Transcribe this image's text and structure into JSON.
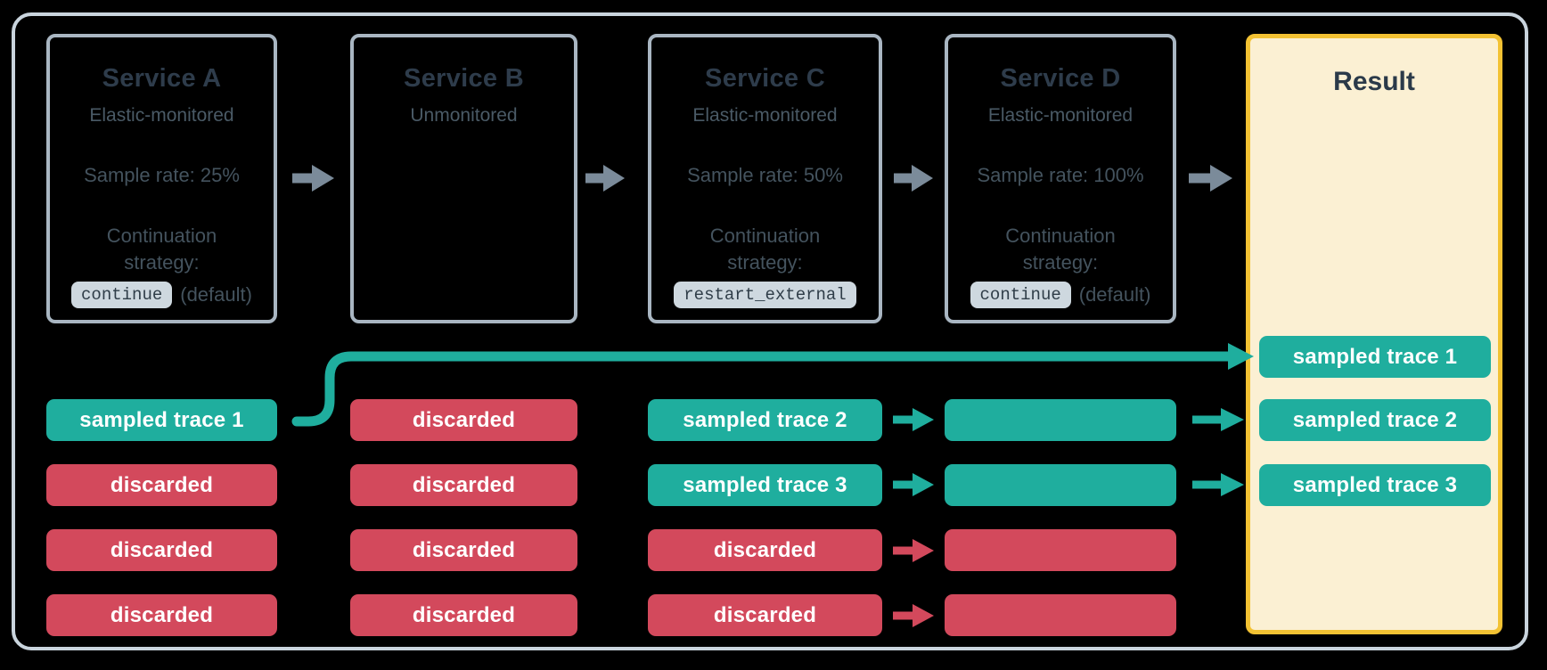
{
  "services": [
    {
      "title": "Service A",
      "subtitle": "Elastic-monitored",
      "sample_rate": "Sample rate: 25%",
      "strategy_line1": "Continuation",
      "strategy_line2": "strategy:",
      "strategy_code": "continue",
      "strategy_suffix": "(default)"
    },
    {
      "title": "Service B",
      "subtitle": "Unmonitored"
    },
    {
      "title": "Service C",
      "subtitle": "Elastic-monitored",
      "sample_rate": "Sample rate: 50%",
      "strategy_line1": "Continuation",
      "strategy_line2": "strategy:",
      "strategy_code": "restart_external",
      "strategy_suffix": ""
    },
    {
      "title": "Service D",
      "subtitle": "Elastic-monitored",
      "sample_rate": "Sample rate: 100%",
      "strategy_line1": "Continuation",
      "strategy_line2": "strategy:",
      "strategy_code": "continue",
      "strategy_suffix": "(default)"
    }
  ],
  "result": {
    "title": "Result",
    "pills": [
      {
        "label": "sampled trace 1",
        "type": "sampled"
      },
      {
        "label": "sampled trace 2",
        "type": "sampled"
      },
      {
        "label": "sampled trace 3",
        "type": "sampled"
      }
    ]
  },
  "lanes": {
    "a": [
      {
        "label": "sampled trace 1",
        "type": "sampled"
      },
      {
        "label": "discarded",
        "type": "discarded"
      },
      {
        "label": "discarded",
        "type": "discarded"
      },
      {
        "label": "discarded",
        "type": "discarded"
      }
    ],
    "b": [
      {
        "label": "discarded",
        "type": "discarded"
      },
      {
        "label": "discarded",
        "type": "discarded"
      },
      {
        "label": "discarded",
        "type": "discarded"
      },
      {
        "label": "discarded",
        "type": "discarded"
      }
    ],
    "c": [
      {
        "label": "sampled trace 2",
        "type": "sampled"
      },
      {
        "label": "sampled trace 3",
        "type": "sampled"
      },
      {
        "label": "discarded",
        "type": "discarded"
      },
      {
        "label": "discarded",
        "type": "discarded"
      }
    ],
    "d": [
      {
        "label": "",
        "type": "sampled"
      },
      {
        "label": "",
        "type": "sampled"
      },
      {
        "label": "",
        "type": "discarded"
      },
      {
        "label": "",
        "type": "discarded"
      }
    ]
  },
  "colors": {
    "sampled_teal": "#1FAE9E",
    "discarded_red": "#D3495C",
    "result_fill": "#FBF0D3",
    "result_border": "#F3C233",
    "frame_border": "#C9D4DD",
    "service_border": "#A9B6C2",
    "flow_arrow_gray": "#7B8B9A",
    "title_text": "#2E3C4B",
    "body_text": "#44535E",
    "chip_bg": "#CED8DF"
  }
}
